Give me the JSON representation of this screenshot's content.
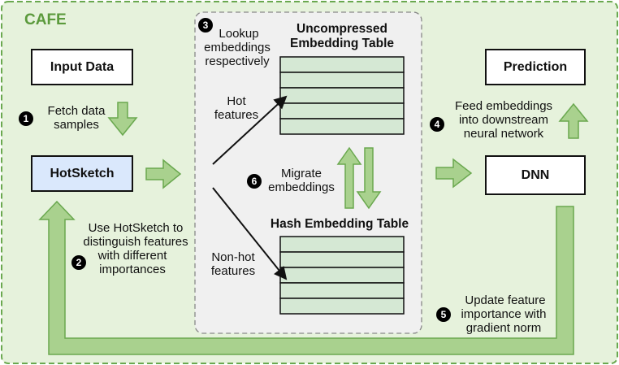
{
  "title": "CAFE",
  "boxes": {
    "input_data": "Input Data",
    "hotsketch": "HotSketch",
    "prediction": "Prediction",
    "dnn": "DNN"
  },
  "tables": {
    "uncompressed_line1": "Uncompressed",
    "uncompressed_line2": "Embedding Table",
    "hash": "Hash Embedding Table"
  },
  "steps": {
    "s1": {
      "num": "1",
      "line1": "Fetch data",
      "line2": "samples"
    },
    "s2": {
      "num": "2",
      "line1": "Use HotSketch to",
      "line2": "distinguish features",
      "line3": "with different",
      "line4": "importances"
    },
    "s3": {
      "num": "3",
      "line1": "Lookup",
      "line2": "embeddings",
      "line3": "respectively"
    },
    "s4": {
      "num": "4",
      "line1": "Feed embeddings",
      "line2": "into downstream",
      "line3": "neural network"
    },
    "s5": {
      "num": "5",
      "line1": "Update feature",
      "line2": "importance with",
      "line3": "gradient norm"
    },
    "s6": {
      "num": "6",
      "line1": "Migrate",
      "line2": "embeddings"
    }
  },
  "labels": {
    "hot_line1": "Hot",
    "hot_line2": "features",
    "nonhot_line1": "Non-hot",
    "nonhot_line2": "features"
  },
  "colors": {
    "outer_fill": "#e6f2dc",
    "outer_border": "#6aa84f",
    "arrow_fill": "#a9d18e",
    "arrow_stroke": "#6aa84f",
    "hotsketch_fill": "#dae8fc",
    "center_fill": "#f0f0f0",
    "row_fill": "#d5e8d4"
  }
}
